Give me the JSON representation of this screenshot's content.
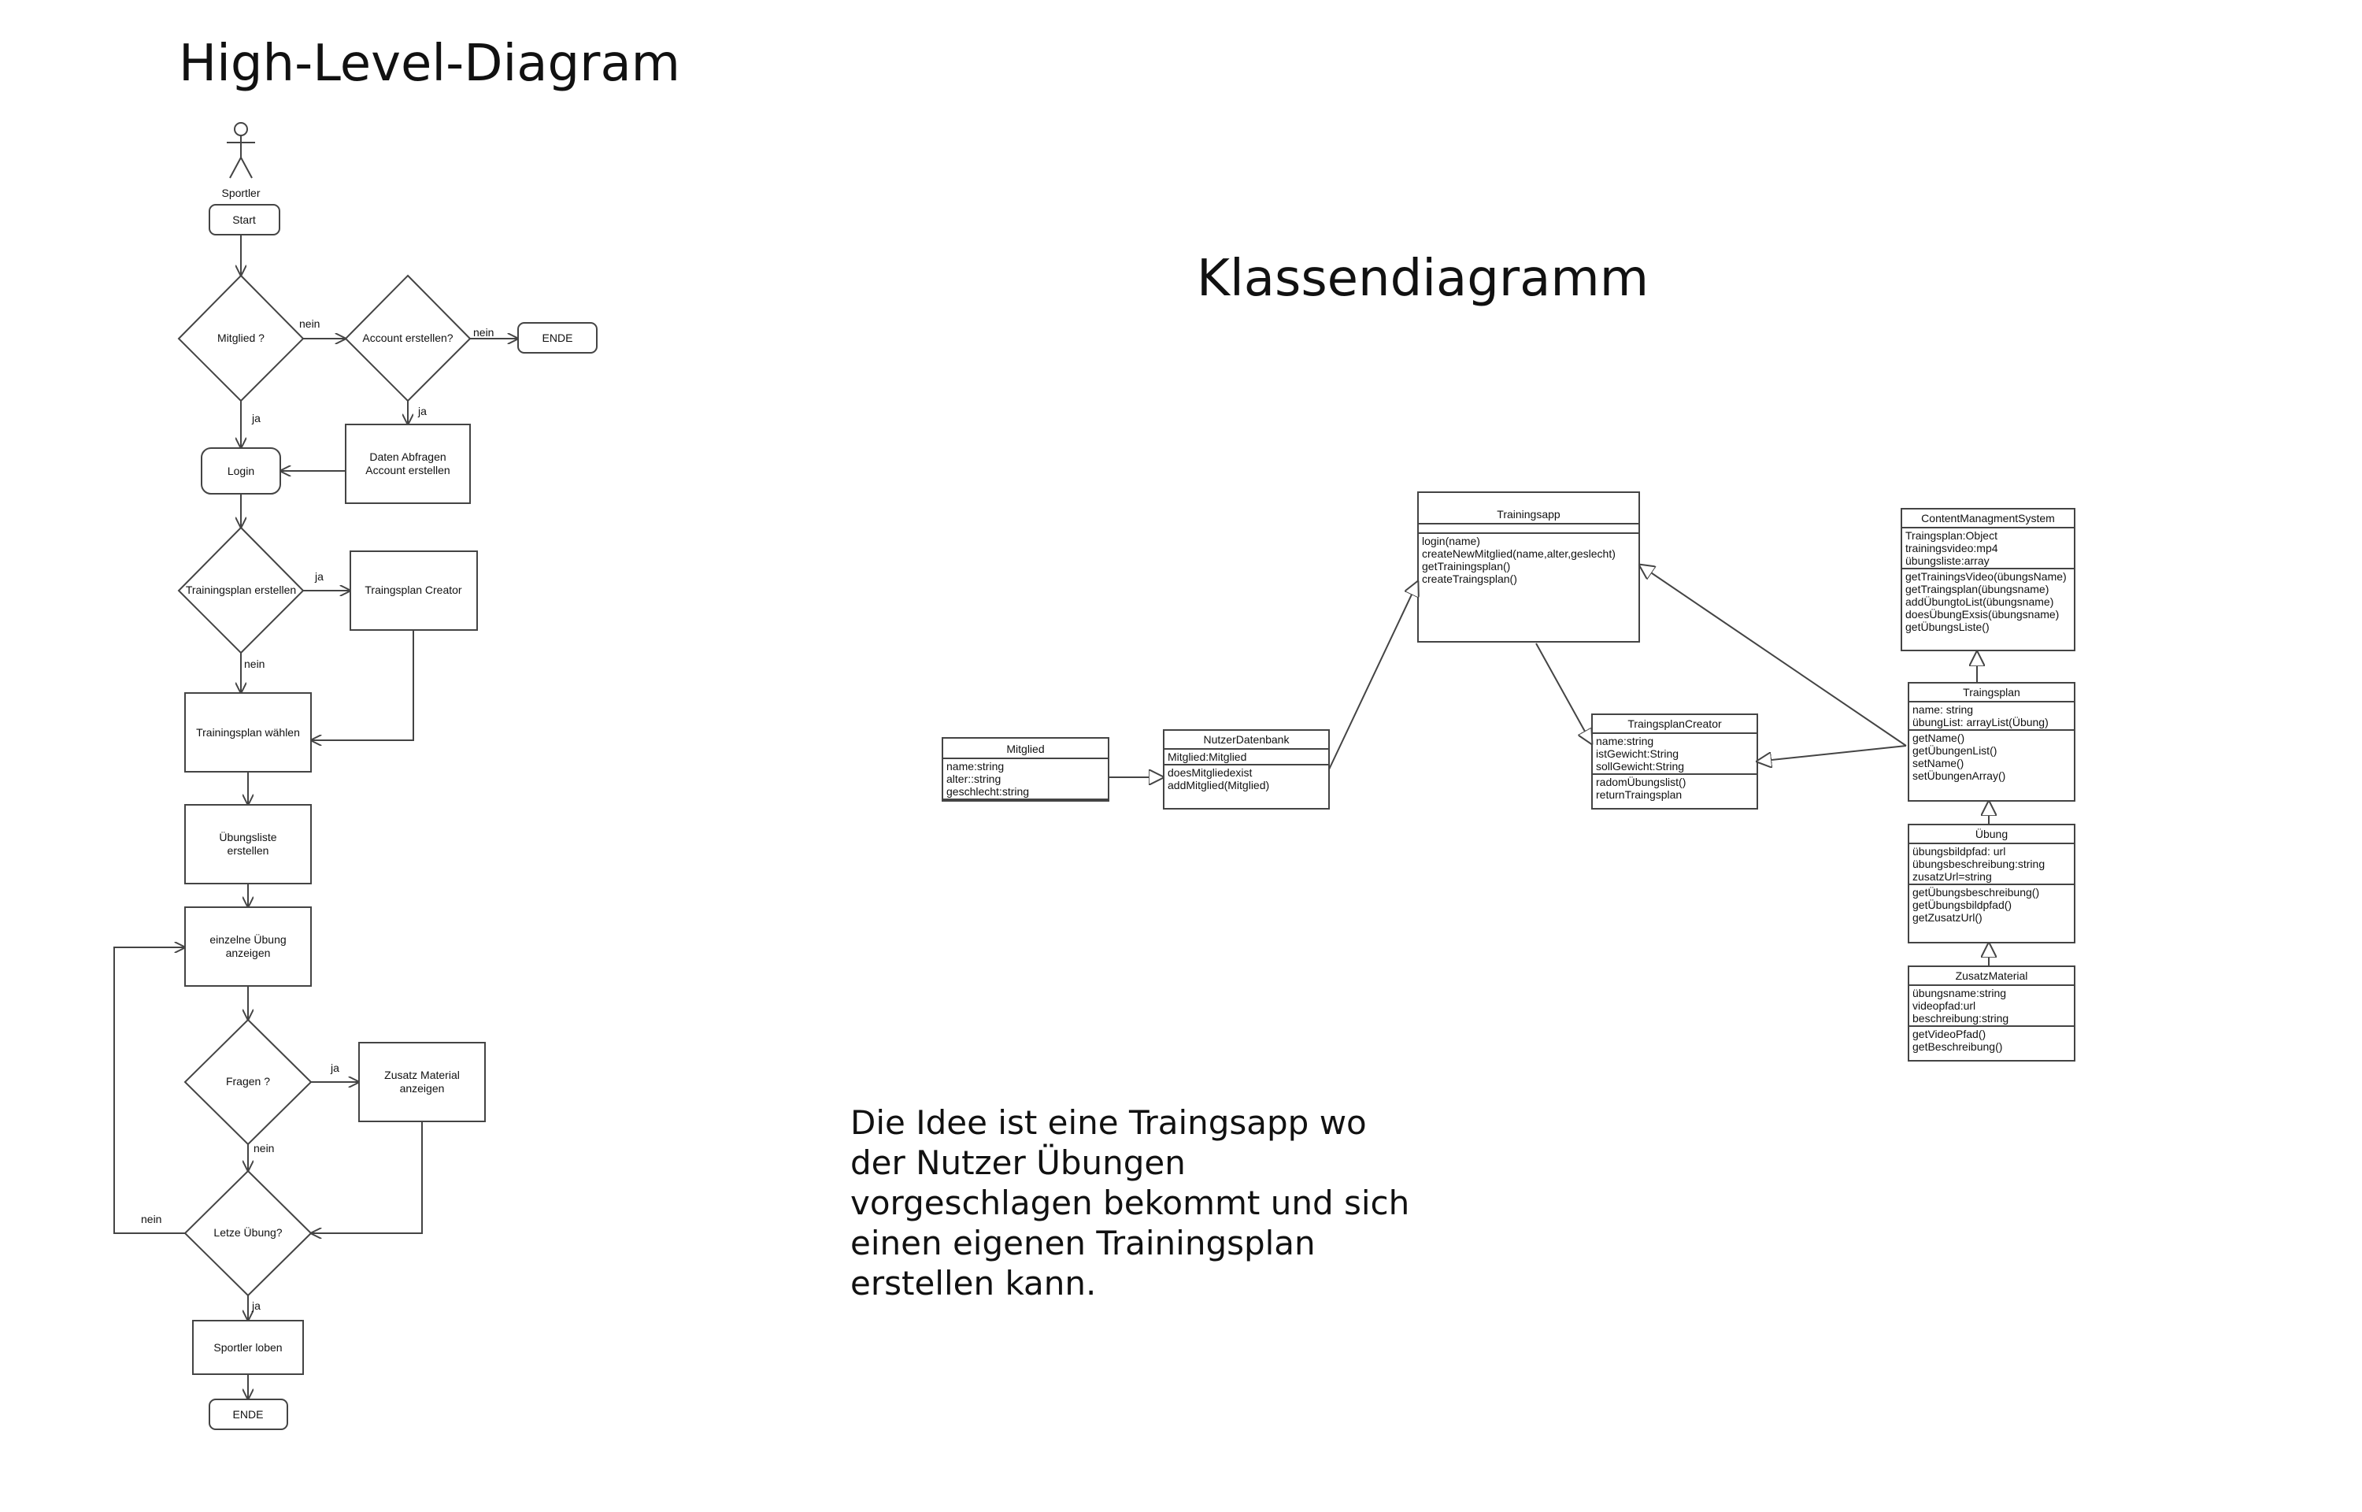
{
  "titles": {
    "high_level": "High-Level-Diagram",
    "class_diagram": "Klassendiagramm"
  },
  "description": [
    "Die Idee ist eine Traingsapp wo",
    "der Nutzer Übungen",
    "vorgeschlagen bekommt und sich",
    "einen eigenen Trainingsplan",
    "erstellen kann."
  ],
  "flow": {
    "actor": "Sportler",
    "start": "Start",
    "mitglied": "Mitglied ?",
    "account": "Account erstellen?",
    "ende1": "ENDE",
    "daten": [
      "Daten Abfragen",
      "Account erstellen"
    ],
    "login": "Login",
    "tp_erstellen": "Trainingsplan erstellen",
    "tp_creator": "Traingsplan Creator",
    "tp_waehlen": "Trainingsplan wählen",
    "uebungsliste": [
      "Übungsliste",
      "erstellen"
    ],
    "einzelne": [
      "einzelne Übung",
      "anzeigen"
    ],
    "fragen": "Fragen ?",
    "zusatz": [
      "Zusatz Material",
      "anzeigen"
    ],
    "letzte": "Letze Übung?",
    "loben": "Sportler loben",
    "ende2": "ENDE",
    "labels": {
      "nein1": "nein",
      "nein2": "nein",
      "ja1": "ja",
      "ja2": "ja",
      "ja3": "ja",
      "nein3": "nein",
      "ja4": "ja",
      "nein4": "nein",
      "nein5": "nein",
      "ja5": "ja"
    }
  },
  "classes": {
    "trainingsapp": {
      "name": "Trainingsapp",
      "attributes": [],
      "methods": [
        "login(name)",
        "createNewMitglied(name,alter,geslecht)",
        "getTrainingsplan()",
        "createTraingsplan()"
      ]
    },
    "cms": {
      "name": "ContentManagmentSystem",
      "attributes": [
        "Traingsplan:Object",
        "trainingsvideo:mp4",
        "übungsliste:array"
      ],
      "methods": [
        "getTrainingsVideo(übungsName)",
        "getTraingsplan(übungsname)",
        "addÜbungtoList(übungsname)",
        "doesÜbungExsis(übungsname)",
        "getÜbungsListe()"
      ]
    },
    "traingsplan": {
      "name": "Traingsplan",
      "attributes": [
        "name: string",
        "übungList: arrayList(Übung)"
      ],
      "methods": [
        "getName()",
        "getÜbungenList()",
        "setName()",
        "setÜbungenArray()"
      ]
    },
    "mitglied": {
      "name": "Mitglied",
      "attributes": [
        "name:string",
        "alter::string",
        "geschlecht:string"
      ],
      "methods": []
    },
    "nutzerdatenbank": {
      "name": "NutzerDatenbank",
      "attributes": [
        "Mitglied:Mitglied"
      ],
      "methods": [
        "doesMitgliedexist",
        "addMitglied(Mitglied)"
      ]
    },
    "traingsplancreator": {
      "name": "TraingsplanCreator",
      "attributes": [
        "name:string",
        "istGewicht:String",
        "sollGewicht:String"
      ],
      "methods": [
        "radomÜbungslist()",
        "returnTraingsplan"
      ]
    },
    "uebung": {
      "name": "Übung",
      "attributes": [
        "übungsbildpfad: url",
        "übungsbeschreibung:string",
        "zusatzUrl=string"
      ],
      "methods": [
        "getÜbungsbeschreibung()",
        "getÜbungsbildpfad()",
        "getZusatzUrl()"
      ]
    },
    "zusatzmaterial": {
      "name": "ZusatzMaterial",
      "attributes": [
        "übungsname:string",
        "videopfad:url",
        "beschreibung:string"
      ],
      "methods": [
        "getVideoPfad()",
        "getBeschreibung()"
      ]
    }
  }
}
